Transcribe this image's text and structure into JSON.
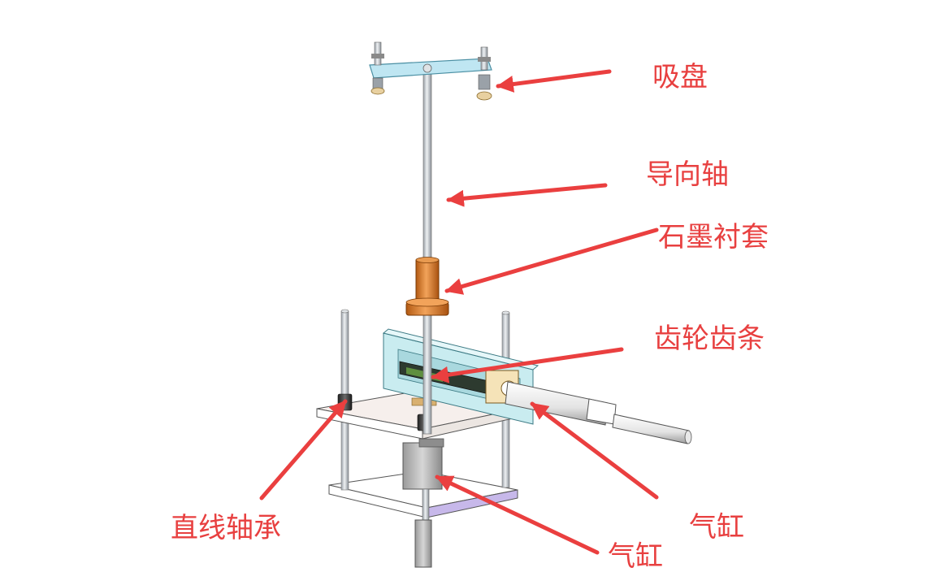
{
  "colors": {
    "label": "#e84040",
    "arrow": "#ea3f3f",
    "shaft": "#c9ced3",
    "plate_top": "#f6efec",
    "plate_side": "#ffffff",
    "plate_bottom": "#c7b8ea",
    "bushing": "#e07b26",
    "rail_blue": "#c9ecf0",
    "suction_bar": "#bfe6f2",
    "bearing_dark": "#2f2f2f",
    "cylinder_gray": "#bdbdbd"
  },
  "labels": {
    "suction_cup": "吸盘",
    "guide_shaft": "导向轴",
    "graphite_bushing": "石墨衬套",
    "rack_pinion": "齿轮齿条",
    "linear_bearing": "直线轴承",
    "cylinder_horizontal": "气缸",
    "cylinder_vertical": "气缸"
  }
}
